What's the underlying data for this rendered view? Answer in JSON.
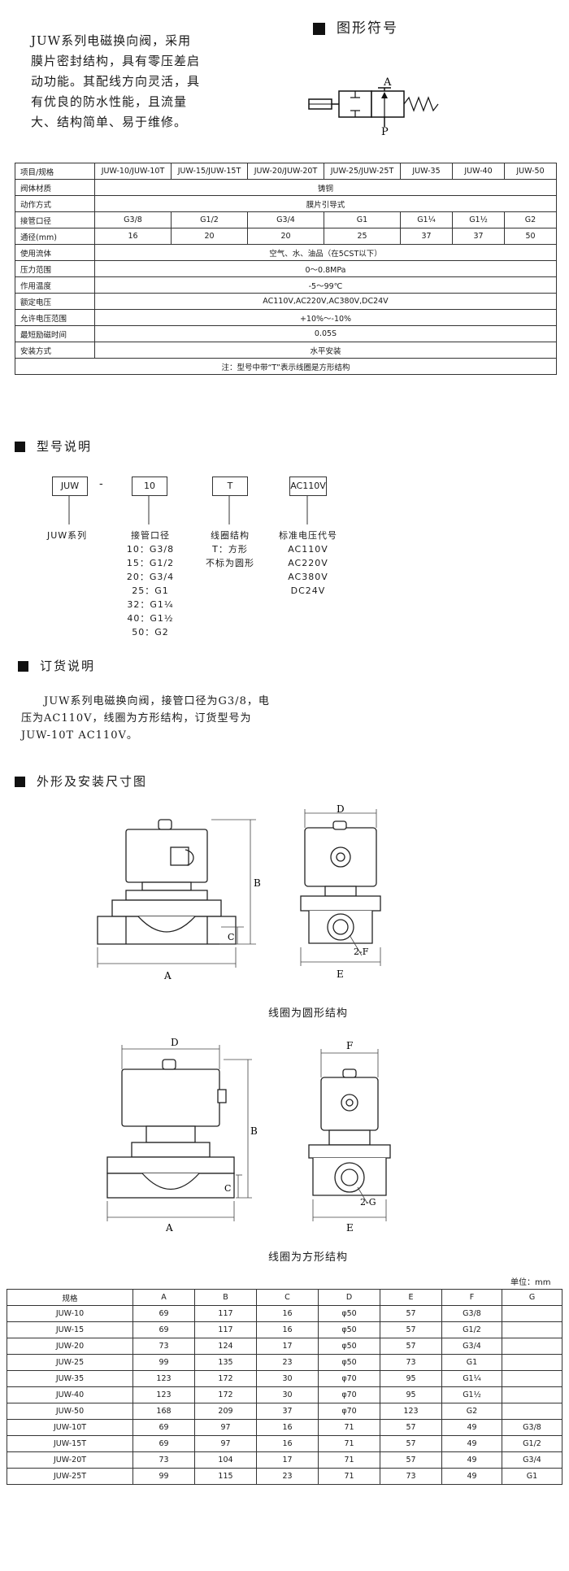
{
  "intro": {
    "lines": [
      "JUW系列电磁换向阀，采用",
      "膜片密封结构，具有零压差启",
      "动功能。其配线方向灵活，具",
      "有优良的防水性能，且流量",
      "大、结构简单、易于维修。"
    ]
  },
  "symbol": {
    "heading": "图形符号",
    "port_a": "A",
    "port_p": "P"
  },
  "spec_table": {
    "headers": [
      "项目/规格",
      "JUW-10/JUW-10T",
      "JUW-15/JUW-15T",
      "JUW-20/JUW-20T",
      "JUW-25/JUW-25T",
      "JUW-35",
      "JUW-40",
      "JUW-50"
    ],
    "body_material": {
      "label": "阀体材质",
      "value": "铸铜"
    },
    "action": {
      "label": "动作方式",
      "value": "膜片引导式"
    },
    "port_size": {
      "label": "接管口径",
      "values": [
        "G3/8",
        "G1/2",
        "G3/4",
        "G1",
        "G1¼",
        "G1½",
        "G2"
      ]
    },
    "bore": {
      "label": "通径(mm)",
      "values": [
        "16",
        "20",
        "20",
        "25",
        "37",
        "37",
        "50"
      ]
    },
    "fluid": {
      "label": "使用流体",
      "value": "空气、水、油品（在5CST以下）"
    },
    "pressure": {
      "label": "压力范围",
      "value": "0～0.8MPa"
    },
    "temperature": {
      "label": "作用温度",
      "value": "-5～99℃"
    },
    "voltage": {
      "label": "额定电压",
      "value": "AC110V,AC220V,AC380V,DC24V"
    },
    "voltage_range": {
      "label": "允许电压范围",
      "value": "+10%～-10%"
    },
    "response": {
      "label": "最短励磁时间",
      "value": "0.05S"
    },
    "install": {
      "label": "安装方式",
      "value": "水平安装"
    },
    "note": "注：型号中带“T”表示线圈是方形结构"
  },
  "model": {
    "heading": "型号说明",
    "boxes": [
      "JUW",
      "10",
      "T",
      "AC110V"
    ],
    "dash": "-",
    "series_label": "JUW系列",
    "port_col": [
      "接管口径",
      "10：G3/8",
      "15：G1/2",
      "20：G3/4",
      "25：G1",
      "32：G1¼",
      "40：G1½",
      "50：G2"
    ],
    "coil_col": [
      "线圈结构",
      "T：方形",
      "不标为圆形"
    ],
    "voltage_col": [
      "标准电压代号",
      "AC110V",
      "AC220V",
      "AC380V",
      "DC24V"
    ]
  },
  "order": {
    "heading": "订货说明",
    "lines": [
      "JUW系列电磁换向阀，接管口径为G3/8，电",
      "压为AC110V，线圈为方形结构，订货型号为",
      "JUW-10T AC110V。"
    ]
  },
  "dimensions": {
    "heading": "外形及安装尺寸图",
    "caption_round": "线圈为圆形结构",
    "caption_square": "线圈为方形结构",
    "labels": {
      "a": "A",
      "b": "B",
      "c": "C",
      "d": "D",
      "e": "E",
      "f": "F",
      "f2": "2-F",
      "g2": "2-G"
    },
    "unit": "单位：mm"
  },
  "dim_table": {
    "headers": [
      "规格",
      "A",
      "B",
      "C",
      "D",
      "E",
      "F",
      "G"
    ],
    "rows": [
      [
        "JUW-10",
        "69",
        "117",
        "16",
        "φ50",
        "57",
        "G3/8",
        ""
      ],
      [
        "JUW-15",
        "69",
        "117",
        "16",
        "φ50",
        "57",
        "G1/2",
        ""
      ],
      [
        "JUW-20",
        "73",
        "124",
        "17",
        "φ50",
        "57",
        "G3/4",
        ""
      ],
      [
        "JUW-25",
        "99",
        "135",
        "23",
        "φ50",
        "73",
        "G1",
        ""
      ],
      [
        "JUW-35",
        "123",
        "172",
        "30",
        "φ70",
        "95",
        "G1¼",
        ""
      ],
      [
        "JUW-40",
        "123",
        "172",
        "30",
        "φ70",
        "95",
        "G1½",
        ""
      ],
      [
        "JUW-50",
        "168",
        "209",
        "37",
        "φ70",
        "123",
        "G2",
        ""
      ],
      [
        "JUW-10T",
        "69",
        "97",
        "16",
        "71",
        "57",
        "49",
        "G3/8"
      ],
      [
        "JUW-15T",
        "69",
        "97",
        "16",
        "71",
        "57",
        "49",
        "G1/2"
      ],
      [
        "JUW-20T",
        "73",
        "104",
        "17",
        "71",
        "57",
        "49",
        "G3/4"
      ],
      [
        "JUW-25T",
        "99",
        "115",
        "23",
        "71",
        "73",
        "49",
        "G1"
      ]
    ]
  }
}
